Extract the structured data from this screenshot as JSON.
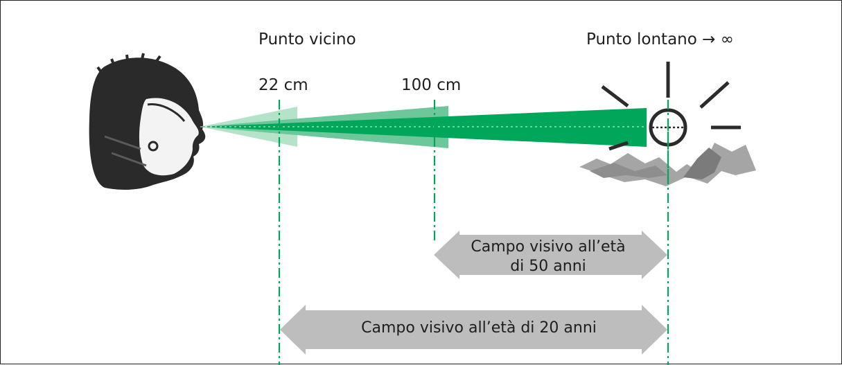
{
  "labels": {
    "near_point": "Punto vicino",
    "far_point": "Punto lontano → ∞",
    "near_distance": "22 cm",
    "mid_distance": "100 cm"
  },
  "ranges": {
    "age_50_line1": "Campo visivo all’età",
    "age_50_line2": "di 50 anni",
    "age_20": "Campo visivo all’età di 20 anni"
  },
  "colors": {
    "beam": "#00a65a",
    "beam_mid": "#6cc89a",
    "beam_light": "#b4e3c9",
    "guide": "#00a65a",
    "arrow": "#bdbdbd",
    "text": "#1e1e1e"
  },
  "icons": [
    "head-profile-icon",
    "sun-icon",
    "mountain-icon"
  ]
}
